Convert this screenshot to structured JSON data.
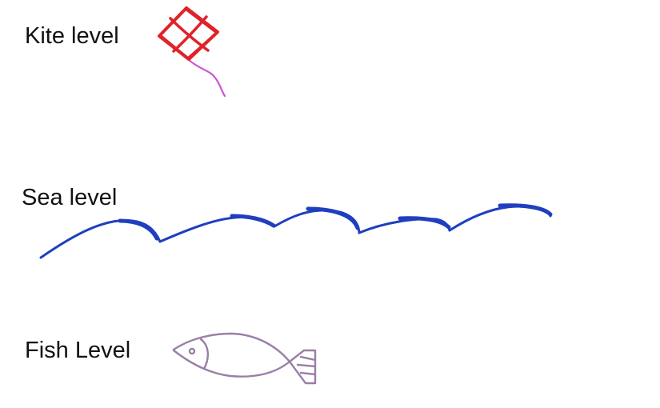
{
  "labels": {
    "kite": "Kite level",
    "sea": "Sea level",
    "fish": "Fish Level"
  },
  "colors": {
    "kite": "#e0222b",
    "kite_string": "#cc55d6",
    "waves": "#1f3fbf",
    "fish": "#9a7fa6",
    "text": "#111111",
    "background": "#ffffff"
  },
  "icons": {
    "kite": "kite-icon",
    "waves": "waves-icon",
    "fish": "fish-icon"
  }
}
